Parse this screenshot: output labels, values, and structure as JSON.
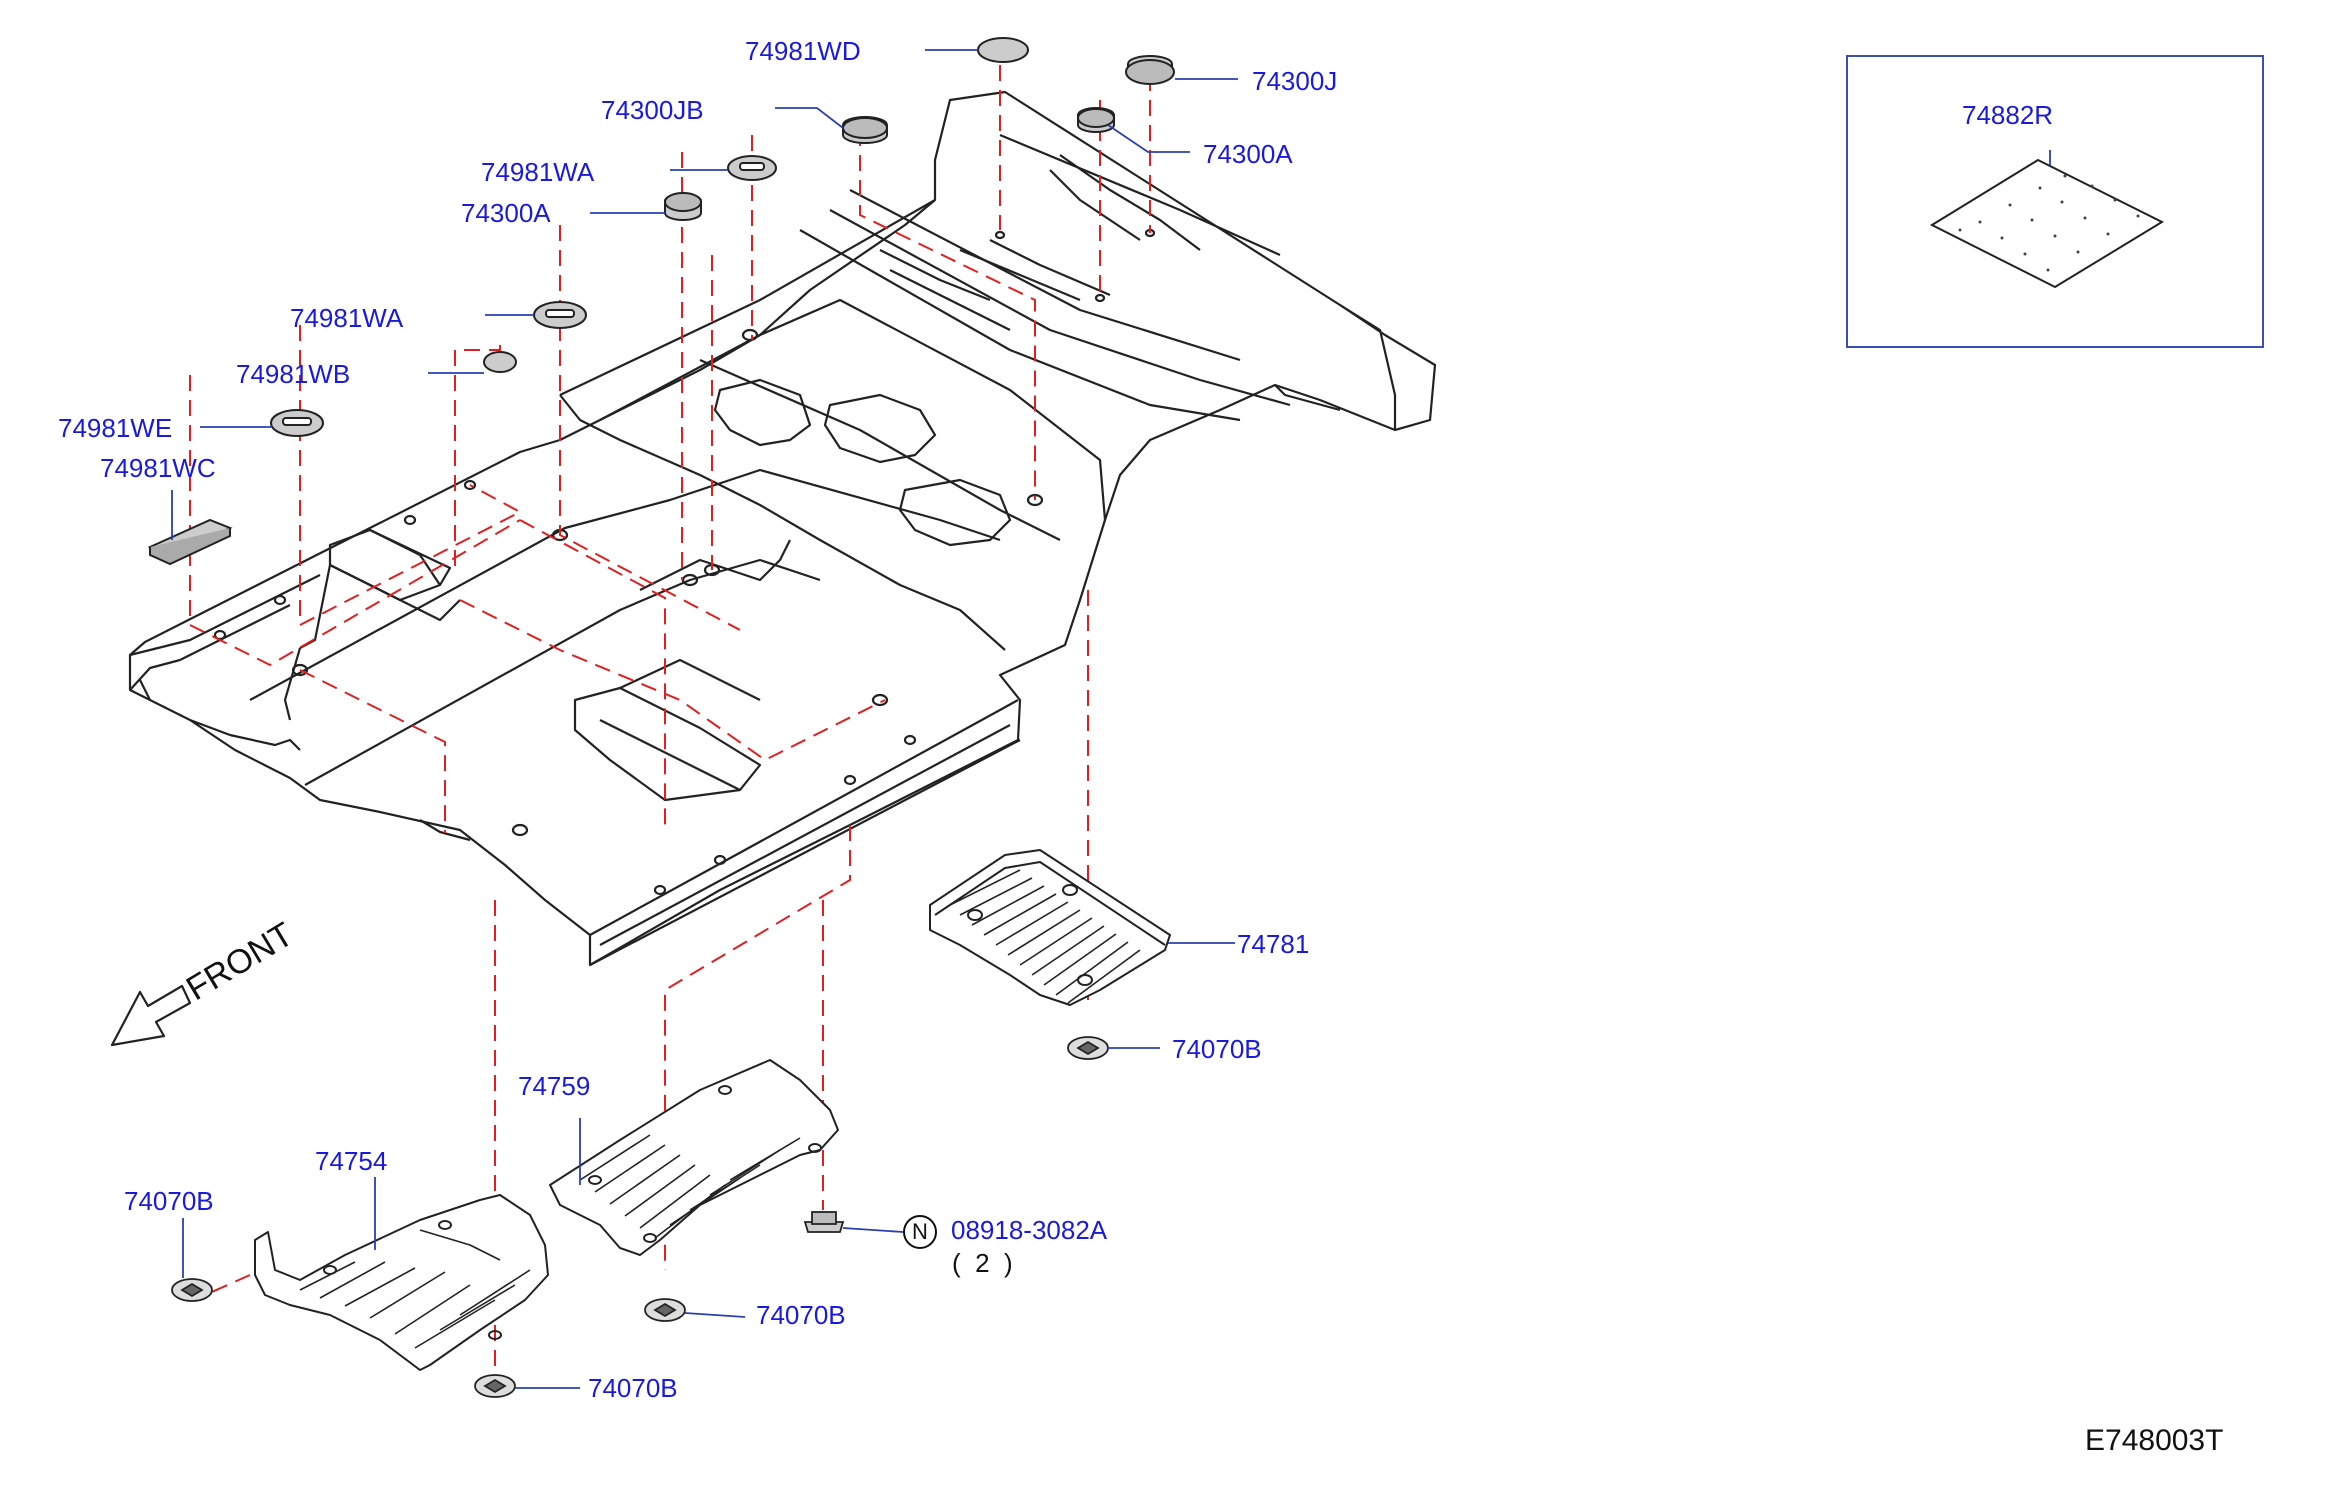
{
  "diagram": {
    "code": "E748003T",
    "front_label": "FRONT",
    "inset_part": "74882R",
    "labels": {
      "p_74981WD": "74981WD",
      "p_74300J": "74300J",
      "p_74300JB": "74300JB",
      "p_74300A_right": "74300A",
      "p_74981WA_top": "74981WA",
      "p_74300A_left": "74300A",
      "p_74981WA_mid": "74981WA",
      "p_74981WB": "74981WB",
      "p_74981WE": "74981WE",
      "p_74981WC": "74981WC",
      "p_74781": "74781",
      "p_74070B_right": "74070B",
      "p_74759": "74759",
      "p_74754": "74754",
      "p_74070B_left": "74070B",
      "p_08918": "08918-3082A",
      "p_74070B_mid": "74070B",
      "p_74070B_bottom": "74070B"
    },
    "n_mark": "N",
    "quantity": "(  2  )",
    "colors": {
      "label": "#1a1adc",
      "phantom_line": "#e02020",
      "line": "#222222",
      "leader": "#2a3fb0"
    }
  }
}
